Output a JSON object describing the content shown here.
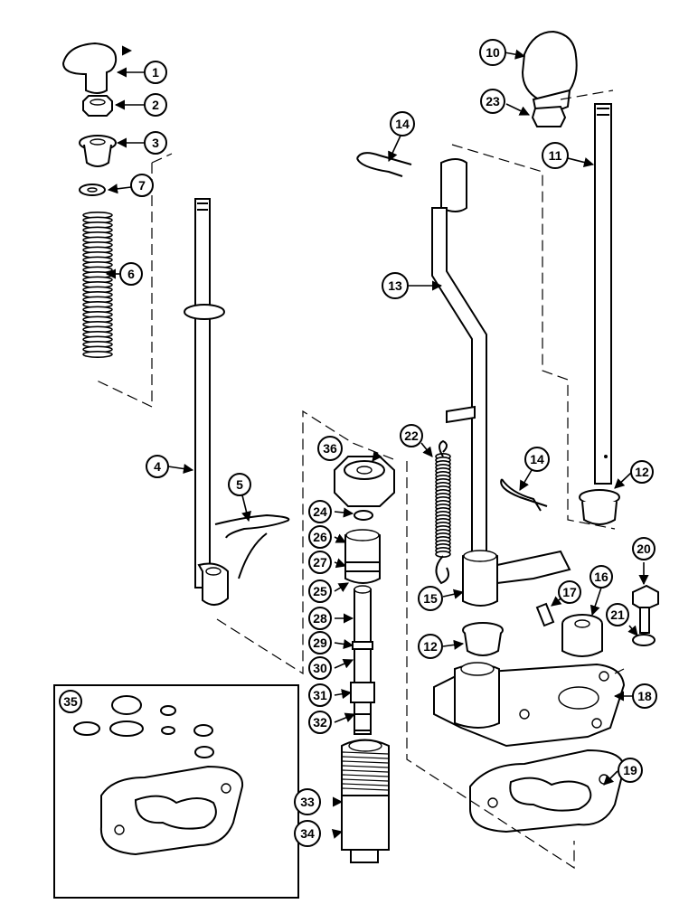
{
  "diagram": {
    "callouts": [
      {
        "id": "c1",
        "label": "1"
      },
      {
        "id": "c2",
        "label": "2"
      },
      {
        "id": "c3",
        "label": "3"
      },
      {
        "id": "c4",
        "label": "4"
      },
      {
        "id": "c5",
        "label": "5"
      },
      {
        "id": "c6",
        "label": "6"
      },
      {
        "id": "c7",
        "label": "7"
      },
      {
        "id": "c10",
        "label": "10"
      },
      {
        "id": "c11",
        "label": "11"
      },
      {
        "id": "c12a",
        "label": "12"
      },
      {
        "id": "c12b",
        "label": "12"
      },
      {
        "id": "c13",
        "label": "13"
      },
      {
        "id": "c14a",
        "label": "14"
      },
      {
        "id": "c14b",
        "label": "14"
      },
      {
        "id": "c15",
        "label": "15"
      },
      {
        "id": "c16",
        "label": "16"
      },
      {
        "id": "c17",
        "label": "17"
      },
      {
        "id": "c18",
        "label": "18"
      },
      {
        "id": "c19",
        "label": "19"
      },
      {
        "id": "c20",
        "label": "20"
      },
      {
        "id": "c21",
        "label": "21"
      },
      {
        "id": "c22",
        "label": "22"
      },
      {
        "id": "c23",
        "label": "23"
      },
      {
        "id": "c24",
        "label": "24"
      },
      {
        "id": "c25",
        "label": "25"
      },
      {
        "id": "c26",
        "label": "26"
      },
      {
        "id": "c27",
        "label": "27"
      },
      {
        "id": "c28",
        "label": "28"
      },
      {
        "id": "c29",
        "label": "29"
      },
      {
        "id": "c30",
        "label": "30"
      },
      {
        "id": "c31",
        "label": "31"
      },
      {
        "id": "c32",
        "label": "32"
      },
      {
        "id": "c33",
        "label": "33"
      },
      {
        "id": "c34",
        "label": "34"
      },
      {
        "id": "c35",
        "label": "35"
      },
      {
        "id": "c36",
        "label": "36"
      }
    ]
  }
}
